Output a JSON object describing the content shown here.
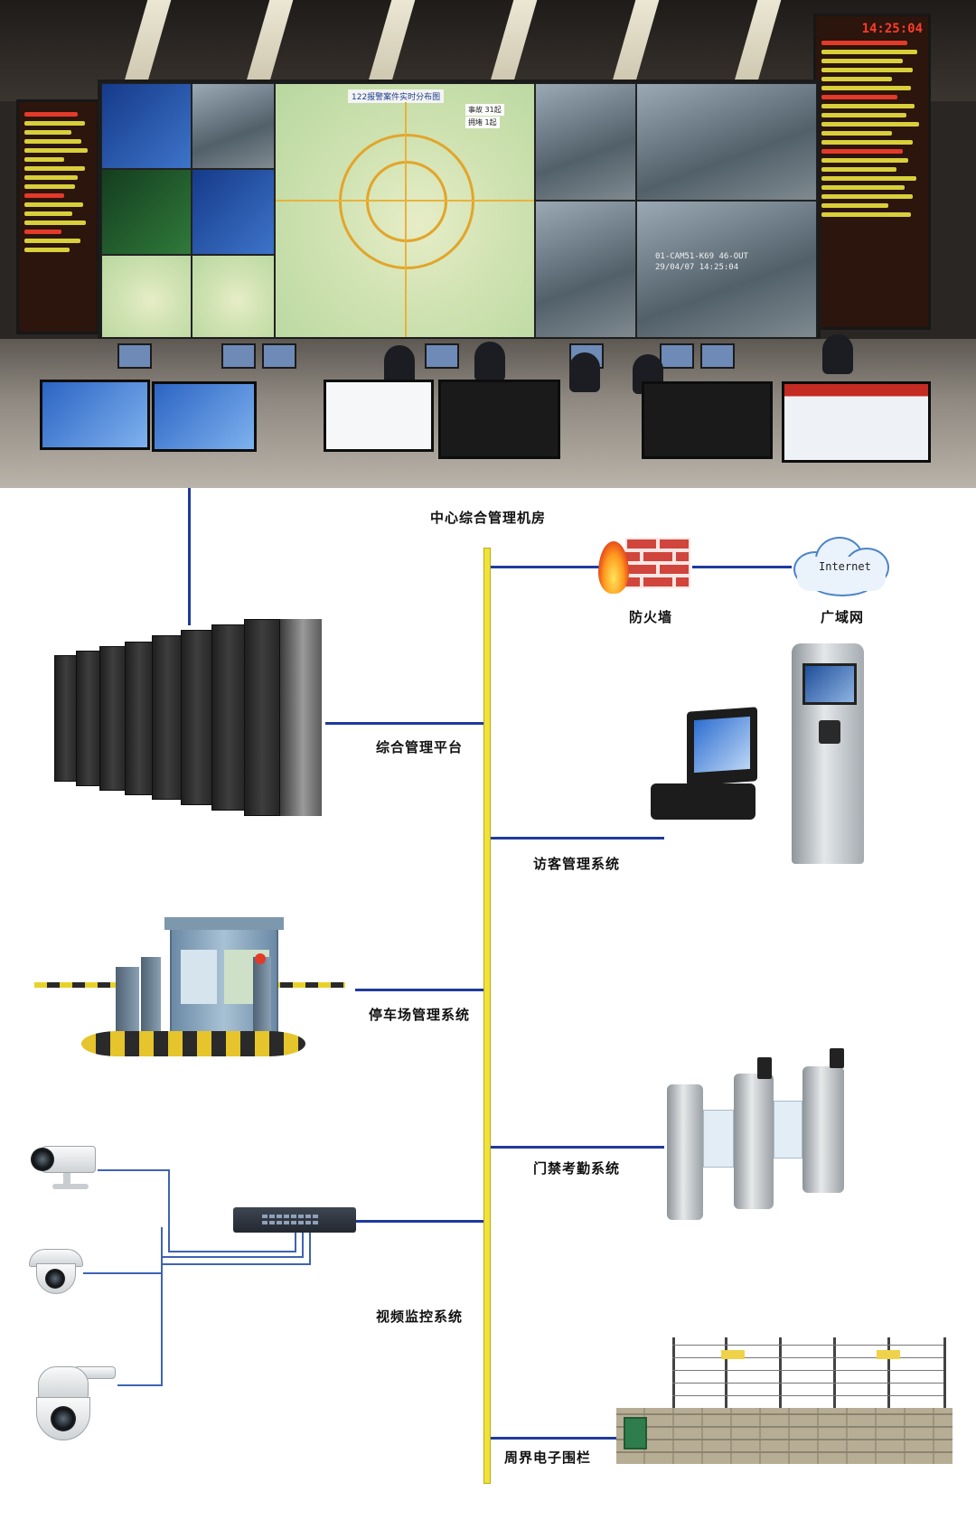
{
  "photo": {
    "clock": "14:25:04",
    "map_title": "122报警案件实时分布图",
    "legend_1": "事故 31起",
    "legend_2": "拥堵 1起",
    "camera_caption_1": "01-CAM51-K69 46-OUT",
    "camera_caption_2": "29/04/07 14:25:04"
  },
  "diagram": {
    "title": "中心综合管理机房",
    "nodes": {
      "platform": "综合管理平台",
      "firewall": "防火墙",
      "wan": "广域网",
      "internet": "Internet",
      "visitor": "访客管理系统",
      "parking": "停车场管理系统",
      "access": "门禁考勤系统",
      "video": "视频监控系统",
      "fence": "周界电子围栏"
    }
  },
  "colors": {
    "bus": "#f0e23a",
    "link": "#1f3a9e",
    "brick": "#d0453c",
    "cloud_border": "#4b84c6"
  }
}
